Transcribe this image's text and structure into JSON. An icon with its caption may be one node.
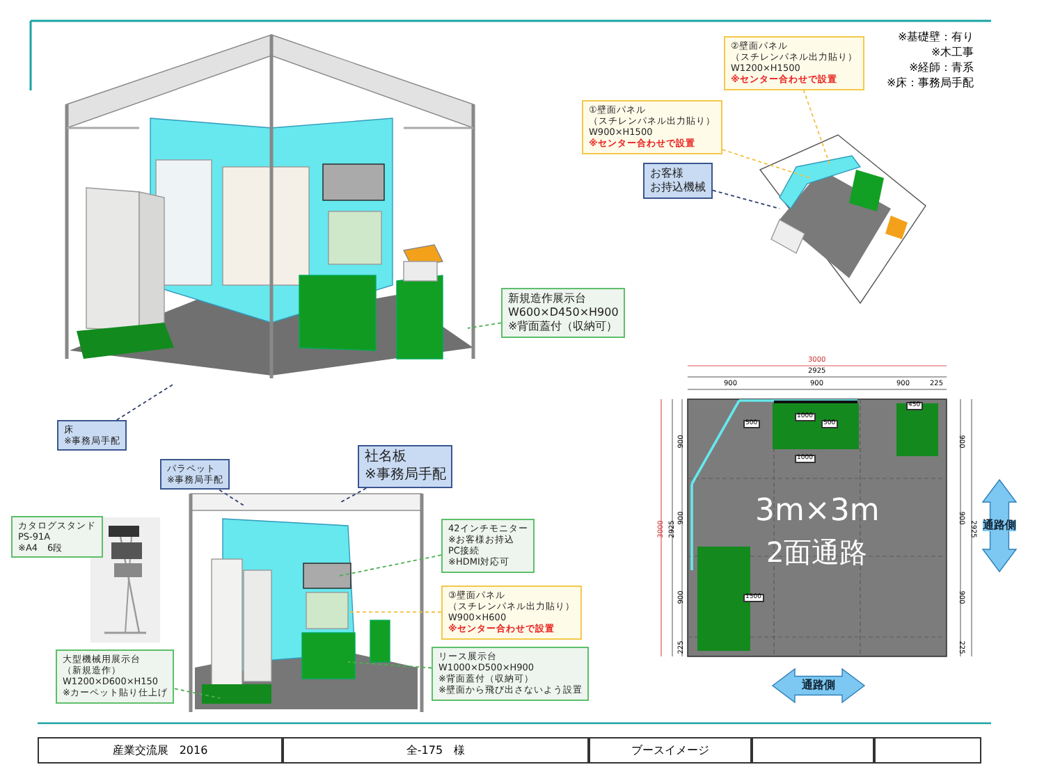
{
  "diagram": {
    "nodes": [
      {
        "text": [
          "新規造作展示台",
          "W600×D450×H900",
          "※背面蓋付（収納可）"
        ]
      },
      {
        "text": [
          "①壁面パネル",
          "（スチレンパネル出力貼り）",
          "W900×H1500",
          "※センター合わせで設置"
        ]
      },
      {
        "text": [
          "②壁面パネル",
          "（スチレンパネル出力貼り）",
          "W1200×H1500",
          "※センター合わせで設置"
        ]
      },
      {
        "text": [
          "お客様",
          "お持込機械"
        ]
      },
      {
        "text": [
          "床",
          "※事務局手配"
        ]
      },
      {
        "text": [
          "パラペット",
          "※事務局手配"
        ]
      },
      {
        "text": [
          "社名板",
          "※事務局手配"
        ]
      },
      {
        "text": [
          "カタログスタンド",
          "PS-91A",
          "※A4　6段"
        ]
      },
      {
        "text": [
          "42インチモニター",
          "※お客様お持込",
          "PC接続",
          "※HDMI対応可"
        ]
      },
      {
        "text": [
          "③壁面パネル",
          "（スチレンパネル出力貼り）",
          "W900×H600",
          "※センター合わせで設置"
        ]
      },
      {
        "text": [
          "大型機械用展示台",
          "（新規造作）",
          "W1200×D600×H150",
          "※カーペット貼り仕上げ"
        ]
      },
      {
        "text": [
          "リース展示台",
          "W1000×D500×H900",
          "※背面蓋付（収納可）",
          "※壁面から飛び出さないよう設置"
        ]
      }
    ],
    "edges": [
      {
        "from": 0,
        "to": null,
        "arrow": "none",
        "style": "dashed",
        "color": "#4caf50"
      },
      {
        "from": 1,
        "to": null,
        "arrow": "none",
        "style": "dashed",
        "color": "#f0c040"
      },
      {
        "from": 2,
        "to": null,
        "arrow": "none",
        "style": "dashed",
        "color": "#f0c040"
      },
      {
        "from": 3,
        "to": null,
        "arrow": "none",
        "style": "dashed",
        "color": "#2f3f6f"
      },
      {
        "from": 4,
        "to": null,
        "arrow": "none",
        "style": "dashed",
        "color": "#2f3f6f"
      },
      {
        "from": 5,
        "to": null,
        "arrow": "none",
        "style": "dashed",
        "color": "#2f3f6f"
      },
      {
        "from": 6,
        "to": null,
        "arrow": "none",
        "style": "dashed",
        "color": "#2f3f6f"
      },
      {
        "from": 8,
        "to": null,
        "arrow": "none",
        "style": "dashed",
        "color": "#4caf50"
      },
      {
        "from": 9,
        "to": null,
        "arrow": "none",
        "style": "dashed",
        "color": "#f0c040"
      },
      {
        "from": 10,
        "to": null,
        "arrow": "none",
        "style": "dashed",
        "color": "#4caf50"
      },
      {
        "from": 11,
        "to": null,
        "arrow": "none",
        "style": "dashed",
        "color": "#4caf50"
      }
    ],
    "labels": [
      "※基礎壁：有り",
      "※木工事",
      "※経師：青系",
      "※床：事務局手配",
      "3000",
      "2925",
      "900",
      "900",
      "900",
      "225",
      "3000",
      "2925",
      "900",
      "900",
      "900",
      "225",
      "900",
      "900",
      "900",
      "225",
      "2925",
      "3m×3m",
      "2面通路",
      "1000",
      "500",
      "1000",
      "500",
      "450",
      "1500",
      "通路側",
      "通路側",
      "産業交流展　2016",
      "全-175　様",
      "ブースイメージ"
    ]
  }
}
